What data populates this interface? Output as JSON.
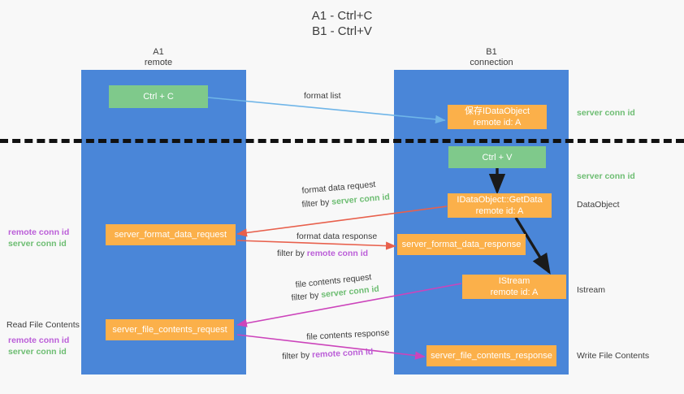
{
  "title": {
    "line1": "A1 - Ctrl+C",
    "line2": "B1 - Ctrl+V"
  },
  "columns": [
    {
      "name": "A1",
      "sub": "remote"
    },
    {
      "name": "B1",
      "sub": "connection"
    }
  ],
  "nodes": {
    "ctrl_c": "Ctrl + C",
    "save_idataobject_l1": "保存IDataObject",
    "save_idataobject_l2": "remote id: A",
    "ctrl_v": "Ctrl + V",
    "getdata_l1": "IDataObject::GetData",
    "getdata_l2": "remote id: A",
    "server_format_data_request": "server_format_data_request",
    "server_format_data_response": "server_format_data_response",
    "istream_l1": "IStream",
    "istream_l2": "remote id: A",
    "server_file_contents_request": "server_file_contents_request",
    "server_file_contents_response": "server_file_contents_response"
  },
  "annotations": {
    "format_list": "format list",
    "format_data_request": "format data request",
    "filter_by": "filter by ",
    "server_conn_id": "server conn id",
    "remote_conn_id": "remote conn id",
    "format_data_response": "format data response",
    "file_contents_request": "file contents request",
    "file_contents_response": "file contents response"
  },
  "right_labels": {
    "server_conn_id_top": "server conn id",
    "server_conn_id_mid": "server conn id",
    "dataobject": "DataObject",
    "istream": "Istream",
    "write_file_contents": "Write File Contents"
  },
  "left_labels": {
    "remote_conn_id": "remote conn id",
    "server_conn_id": "server conn id",
    "read_file_contents": "Read File Contents"
  },
  "colors": {
    "lane": "#4a86d8",
    "green_node": "#7fc98b",
    "orange_node": "#fbb04a",
    "green_text": "#6dbd72",
    "purple_text": "#bb5ed8",
    "arrow_blue": "#6fb5e8",
    "arrow_red": "#e8604c",
    "arrow_magenta": "#cc44bb",
    "arrow_black": "#1a1a1a",
    "dashed_line": "#111111"
  }
}
